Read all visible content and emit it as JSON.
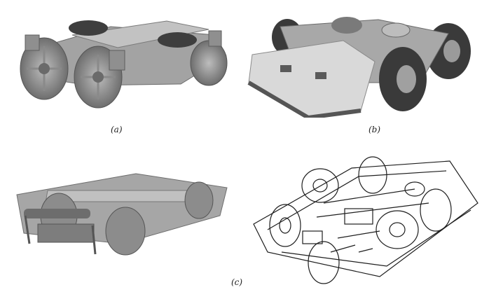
{
  "captions": {
    "a": "(a)",
    "b": "(b)",
    "c": "(c)"
  },
  "colors": {
    "render_gray": "#9c9c9c",
    "render_dark": "#4a4a4a",
    "render_light": "#d4d4d4",
    "line_art": "#1e1e1e"
  }
}
